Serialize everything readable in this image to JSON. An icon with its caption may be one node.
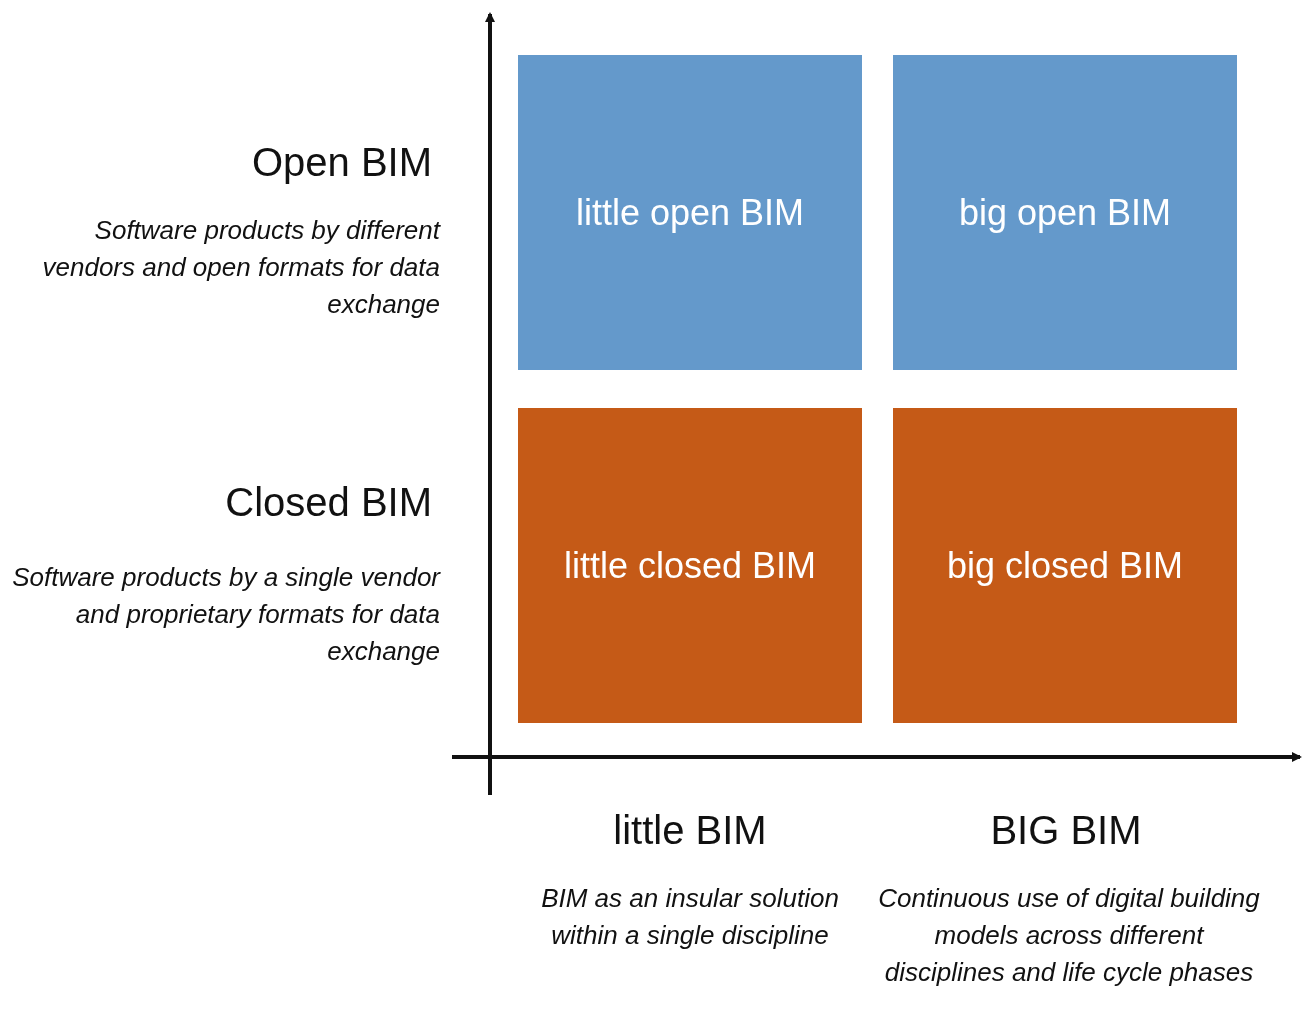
{
  "diagram": {
    "nodes": [
      {
        "text": [
          "little open BIM"
        ]
      },
      {
        "text": [
          "big open BIM"
        ]
      },
      {
        "text": [
          "little closed BIM"
        ]
      },
      {
        "text": [
          "big closed BIM"
        ]
      }
    ],
    "labels": [
      "Open BIM",
      "Software products by different vendors and open formats for data exchange",
      "Closed BIM",
      "Software products by a single vendor and proprietary formats for data exchange",
      "little BIM",
      "BIM as an insular solution within a single discipline",
      "BIG BIM",
      "Continuous use of digital building models across different disciplines and life cycle phases"
    ]
  }
}
